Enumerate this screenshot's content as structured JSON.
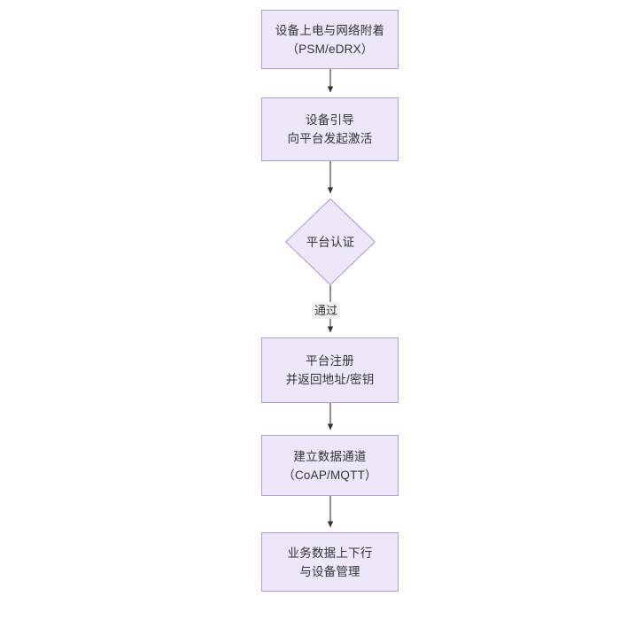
{
  "diagram": {
    "type": "flowchart",
    "orientation": "top-to-bottom",
    "title": "",
    "theme": {
      "node_fill": "#ece8fa",
      "node_border": "#b39ae0",
      "text_color": "#333333",
      "edge_color": "#333333",
      "canvas_background": "#ffffff",
      "edge_label_background": "#f2f2f2"
    },
    "nodes": [
      {
        "id": "n1",
        "shape": "rectangle",
        "text": "设备上电与网络附着\n（PSM/eDRX）",
        "line1": "设备上电与网络附着",
        "line2": "（PSM/eDRX）"
      },
      {
        "id": "n2",
        "shape": "rectangle",
        "text": "设备引导\n向平台发起激活",
        "line1": "设备引导",
        "line2": "向平台发起激活"
      },
      {
        "id": "n3",
        "shape": "diamond",
        "text": "平台认证",
        "line1": "平台认证",
        "line2": ""
      },
      {
        "id": "n4",
        "shape": "rectangle",
        "text": "平台注册\n并返回地址/密钥",
        "line1": "平台注册",
        "line2": "并返回地址/密钥"
      },
      {
        "id": "n5",
        "shape": "rectangle",
        "text": "建立数据通道\n（CoAP/MQTT）",
        "line1": "建立数据通道",
        "line2": "（CoAP/MQTT）"
      },
      {
        "id": "n6",
        "shape": "rectangle",
        "text": "业务数据上下行\n与设备管理",
        "line1": "业务数据上下行",
        "line2": "与设备管理"
      }
    ],
    "edges": [
      {
        "from": "n1",
        "to": "n2",
        "label": ""
      },
      {
        "from": "n2",
        "to": "n3",
        "label": ""
      },
      {
        "from": "n3",
        "to": "n4",
        "label": "通过"
      },
      {
        "from": "n4",
        "to": "n5",
        "label": ""
      },
      {
        "from": "n5",
        "to": "n6",
        "label": ""
      }
    ]
  }
}
